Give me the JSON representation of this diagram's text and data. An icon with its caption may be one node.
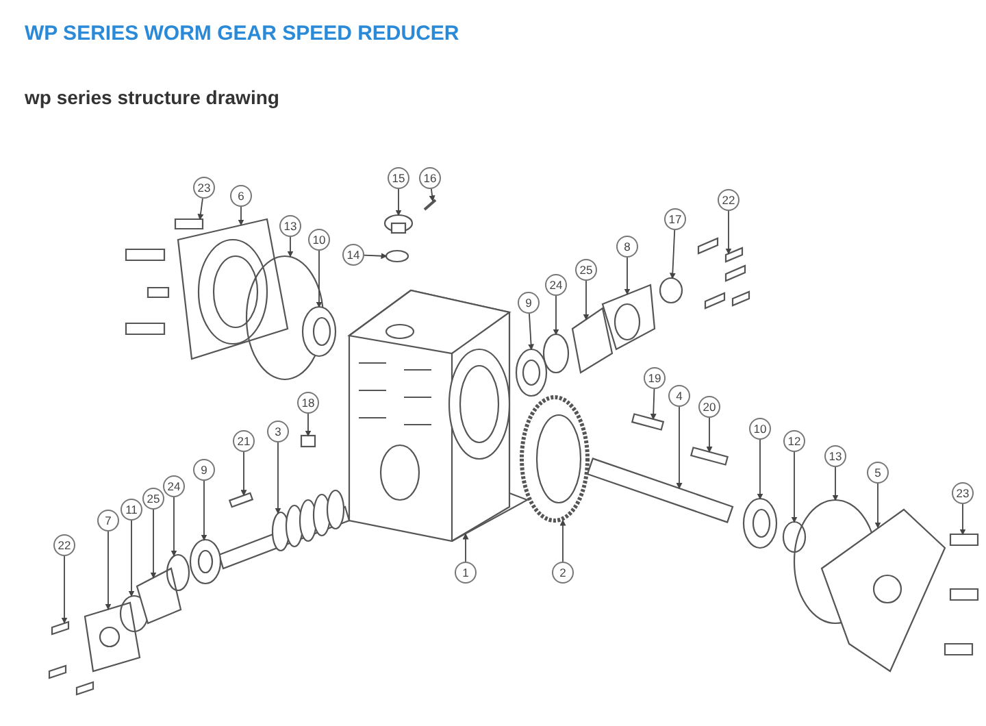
{
  "diagram": {
    "title": "WP SERIES WORM GEAR SPEED REDUCER",
    "nodes": [
      {
        "text": [
          "23"
        ]
      },
      {
        "text": [
          "6"
        ]
      },
      {
        "text": [
          "13"
        ]
      },
      {
        "text": [
          "10"
        ]
      },
      {
        "text": [
          "15"
        ]
      },
      {
        "text": [
          "16"
        ]
      },
      {
        "text": [
          "14"
        ]
      },
      {
        "text": [
          "22"
        ]
      },
      {
        "text": [
          "17"
        ]
      },
      {
        "text": [
          "8"
        ]
      },
      {
        "text": [
          "9"
        ]
      },
      {
        "text": [
          "24"
        ]
      },
      {
        "text": [
          "25"
        ]
      },
      {
        "text": [
          "18"
        ]
      },
      {
        "text": [
          "3"
        ]
      },
      {
        "text": [
          "21"
        ]
      },
      {
        "text": [
          "19"
        ]
      },
      {
        "text": [
          "4"
        ]
      },
      {
        "text": [
          "20"
        ]
      },
      {
        "text": [
          "10"
        ]
      },
      {
        "text": [
          "12"
        ]
      },
      {
        "text": [
          "13"
        ]
      },
      {
        "text": [
          "5"
        ]
      },
      {
        "text": [
          "23"
        ]
      },
      {
        "text": [
          "22"
        ]
      },
      {
        "text": [
          "7"
        ]
      },
      {
        "text": [
          "11"
        ]
      },
      {
        "text": [
          "25"
        ]
      },
      {
        "text": [
          "24"
        ]
      },
      {
        "text": [
          "9"
        ]
      },
      {
        "text": [
          "1"
        ]
      },
      {
        "text": [
          "2"
        ]
      },
      {
        "text": [],
        "shape": "picture"
      },
      {
        "text": [],
        "shape": "picture"
      },
      {
        "text": [],
        "shape": "circle"
      },
      {
        "text": [],
        "shape": "picture"
      },
      {
        "text": [],
        "shape": "picture"
      },
      {
        "text": [],
        "shape": "picture"
      },
      {
        "text": [],
        "shape": "circle"
      },
      {
        "text": [],
        "shape": "picture"
      },
      {
        "text": [],
        "shape": "circle"
      },
      {
        "text": [],
        "shape": "picture"
      },
      {
        "text": [],
        "shape": "picture"
      },
      {
        "text": [],
        "shape": "circle"
      },
      {
        "text": [],
        "shape": "picture"
      },
      {
        "text": [],
        "shape": "box"
      },
      {
        "text": [],
        "shape": "picture"
      },
      {
        "text": [],
        "shape": "box"
      },
      {
        "text": [],
        "shape": "box"
      },
      {
        "text": [],
        "shape": "box"
      },
      {
        "text": [],
        "shape": "box"
      },
      {
        "text": [],
        "shape": "picture"
      },
      {
        "text": [],
        "shape": "circle"
      },
      {
        "text": [],
        "shape": "circle"
      },
      {
        "text": [],
        "shape": "picture"
      },
      {
        "text": [],
        "shape": "picture"
      },
      {
        "text": [],
        "shape": "picture"
      },
      {
        "text": [],
        "shape": "picture"
      },
      {
        "text": [],
        "shape": "circle"
      },
      {
        "text": [],
        "shape": "picture"
      },
      {
        "text": [],
        "shape": "circle"
      },
      {
        "text": [],
        "shape": "picture"
      },
      {
        "text": [],
        "shape": "picture"
      },
      {
        "text": [],
        "shape": "picture"
      }
    ],
    "edges": [
      {
        "from": 0,
        "to": 32,
        "arrow": "to"
      },
      {
        "from": 1,
        "to": 33,
        "arrow": "to"
      },
      {
        "from": 2,
        "to": 34,
        "arrow": "to"
      },
      {
        "from": 3,
        "to": 35,
        "arrow": "to"
      },
      {
        "from": 4,
        "to": 36,
        "arrow": "to"
      },
      {
        "from": 5,
        "to": 37,
        "arrow": "to"
      },
      {
        "from": 6,
        "to": 38,
        "arrow": "to"
      },
      {
        "from": 7,
        "to": 39,
        "arrow": "to"
      },
      {
        "from": 8,
        "to": 40,
        "arrow": "to"
      },
      {
        "from": 9,
        "to": 41,
        "arrow": "to"
      },
      {
        "from": 10,
        "to": 42,
        "arrow": "to"
      },
      {
        "from": 11,
        "to": 43,
        "arrow": "to"
      },
      {
        "from": 12,
        "to": 44,
        "arrow": "to"
      },
      {
        "from": 13,
        "to": 45,
        "arrow": "to"
      },
      {
        "from": 14,
        "to": 46,
        "arrow": "to"
      },
      {
        "from": 15,
        "to": 47,
        "arrow": "to"
      },
      {
        "from": 16,
        "to": 48,
        "arrow": "to"
      },
      {
        "from": 17,
        "to": 49,
        "arrow": "to"
      },
      {
        "from": 18,
        "to": 50,
        "arrow": "to"
      },
      {
        "from": 19,
        "to": 51,
        "arrow": "to"
      },
      {
        "from": 20,
        "to": 52,
        "arrow": "to"
      },
      {
        "from": 21,
        "to": 53,
        "arrow": "to"
      },
      {
        "from": 22,
        "to": 54,
        "arrow": "to"
      },
      {
        "from": 23,
        "to": 55,
        "arrow": "to"
      },
      {
        "from": 24,
        "to": 56,
        "arrow": "to"
      },
      {
        "from": 25,
        "to": 57,
        "arrow": "to"
      },
      {
        "from": 26,
        "to": 58,
        "arrow": "to"
      },
      {
        "from": 27,
        "to": 59,
        "arrow": "to"
      },
      {
        "from": 28,
        "to": 60,
        "arrow": "to"
      },
      {
        "from": 29,
        "to": 61,
        "arrow": "to"
      },
      {
        "from": 30,
        "to": 62,
        "arrow": "to"
      },
      {
        "from": 31,
        "to": 63,
        "arrow": "to"
      }
    ],
    "labels": [
      "wp series structure drawing"
    ]
  }
}
